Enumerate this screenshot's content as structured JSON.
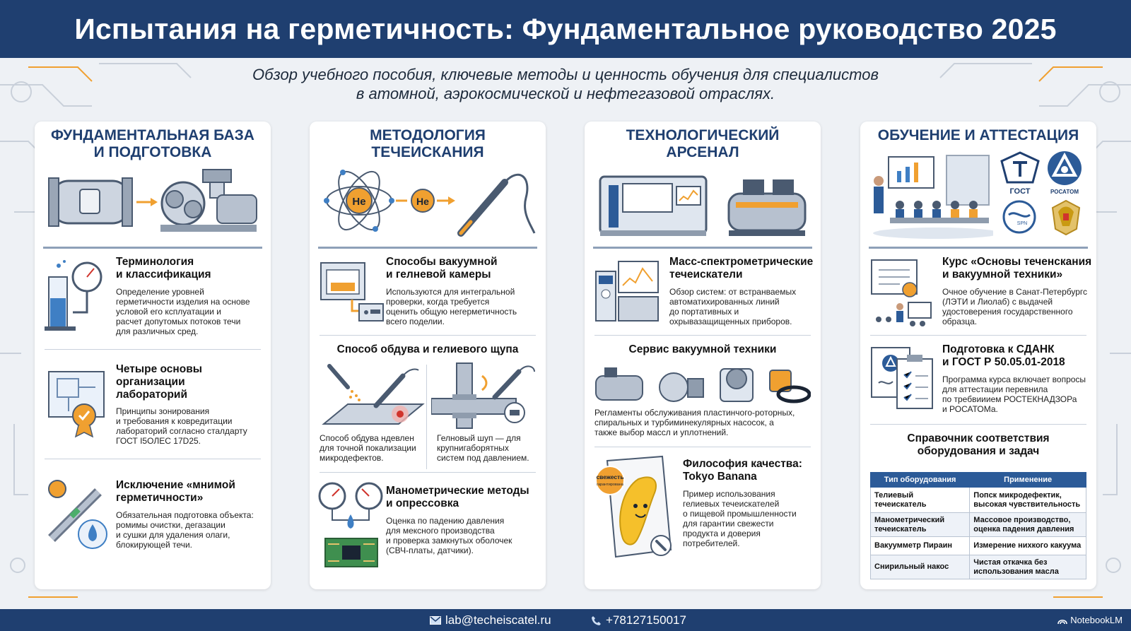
{
  "header": {
    "title": "Испытания на герметичность: Фундаментальное руководство 2025"
  },
  "subtitle": {
    "line1": "Обзор учебного пособия, ключевые методы и ценность обучения для специалистов",
    "line2": "в атомной, аэрокосмической и нефтегазовой отраслях."
  },
  "columns": {
    "c1": {
      "title_l1": "ФУНДАМЕНТАЛЬНАЯ БАЗА",
      "title_l2": "И ПОДГОТОВКА",
      "items": [
        {
          "title_l1": "Терминология",
          "title_l2": "и классификация",
          "desc": [
            "Определение уровней",
            "герметичности изделия на основе",
            "условой его ксплуатации и",
            "расчет допутомых потоков течи",
            "для различных сред."
          ]
        },
        {
          "title_l1": "Четыре основы",
          "title_l2": "организации",
          "title_l3": "лабораторий",
          "desc": [
            "Принципы зонирования",
            "и требования к ковредитации",
            "лабораторий согласно сталдарту",
            "ГОСТ I5OЛEC 17D25."
          ]
        },
        {
          "title_l1": "Исключение «мнимой",
          "title_l2": "герметичности»",
          "desc": [
            "Обязательная подготовка объекта:",
            "ромимы очистки, дегазации",
            "и сушки для удаления олаги,",
            "блокирующей течи."
          ]
        }
      ]
    },
    "c2": {
      "title_l1": "МЕТОДОЛОГИЯ",
      "title_l2": "ТЕЧЕИСКАНИЯ",
      "he_label": "He",
      "items": [
        {
          "title_l1": "Способы вакуумной",
          "title_l2": "и гелневой камеры",
          "desc": [
            "Используются для интегральной",
            "проверки, когда требуется",
            "оценить общую негерметичность",
            "всего поделии."
          ]
        },
        {
          "center_title": "Способ обдува и гелиевого щупа",
          "left_desc": [
            "Способ обдува ндевлен",
            "для точной покализации",
            "микродефектов."
          ],
          "right_desc": [
            "Гелновый шуп — для",
            "крупнигабоpятных",
            "систем под давлением."
          ]
        },
        {
          "title_l1": "Манометрические методы",
          "title_l2": "и опрессовка",
          "desc": [
            "Оценка по падению давления",
            "для мексного производства",
            "и проверка замкнутых оболочек",
            "(СВЧ-платы, датчики)."
          ]
        }
      ]
    },
    "c3": {
      "title_l1": "ТЕХНОЛОГИЧЕСКИЙ",
      "title_l2": "АРСЕНАЛ",
      "items": [
        {
          "title_l1": "Масс-спектрометрические",
          "title_l2": "течеискатели",
          "desc": [
            "Обзор систем: от встранваемых",
            "автоматихированных линий",
            "до портативных и",
            "охрывазащищенных приборов."
          ]
        },
        {
          "center_title": "Сервис вакуумной техники",
          "desc": [
            "Регламенты обслуживания пластинчого-роторных,",
            "спиральных и турбиминекулярных насосок, а",
            "также выбор масcл и уплотнений."
          ]
        },
        {
          "title_l1": "Философия качества:",
          "title_l2": "Tokyo Banana",
          "badge_l1": "свежесть",
          "badge_l2": "гарантирована",
          "desc": [
            "Пример использования",
            "гелиевых течеискателей",
            "о пищевой промышленности",
            "для гарантии свежести",
            "продукта и доверия",
            "потребителей."
          ]
        }
      ]
    },
    "c4": {
      "title": "ОБУЧЕНИЕ И АТТЕСТАЦИЯ",
      "logo_gost": "ГОСТ",
      "logo_rosatom": "РОСАТОМ",
      "logo_spn": "SPN",
      "items": [
        {
          "title_l1": "Курс «Основы теченскания",
          "title_l2": "и вакуумной техники»",
          "desc": [
            "Очное обучение в Санат-Петербургс",
            "(ЛЭТИ и Лиолаб) с выдачей",
            "удостоверения государственного",
            "образца."
          ]
        },
        {
          "title_l1": "Подготовка к СДАНК",
          "title_l2": "и ГОСТ Р 50.05.01-2018",
          "desc": [
            "Программа курса включает вопросы",
            "для аттестации перевнила",
            "по требвииием РОСТЕКНАДЗОРа",
            "и РОСАТОМа."
          ]
        }
      ],
      "ref_title_l1": "Справочник соответствия",
      "ref_title_l2": "оборудования и задач",
      "table": {
        "headers": [
          "Тип оборудования",
          "Применение"
        ],
        "rows": [
          [
            "Телиевый течеискатель",
            "Попск микродефектик, высокая чувствительность"
          ],
          [
            "Манометрический течеискатель",
            "Массовое производство, оценка падения давления"
          ],
          [
            "Вакуумметр Пираин",
            "Измерение нихкого какуума"
          ],
          [
            "Снирильный накос",
            "Чистая откачка без использования масла"
          ]
        ]
      }
    }
  },
  "footer": {
    "email": "lab@techeiscatel.ru",
    "phone": "+78127150017",
    "brand": "NotebookLM"
  },
  "colors": {
    "primary": "#1f3f70",
    "accent_orange": "#f0a030",
    "table_header": "#2c5b98"
  }
}
